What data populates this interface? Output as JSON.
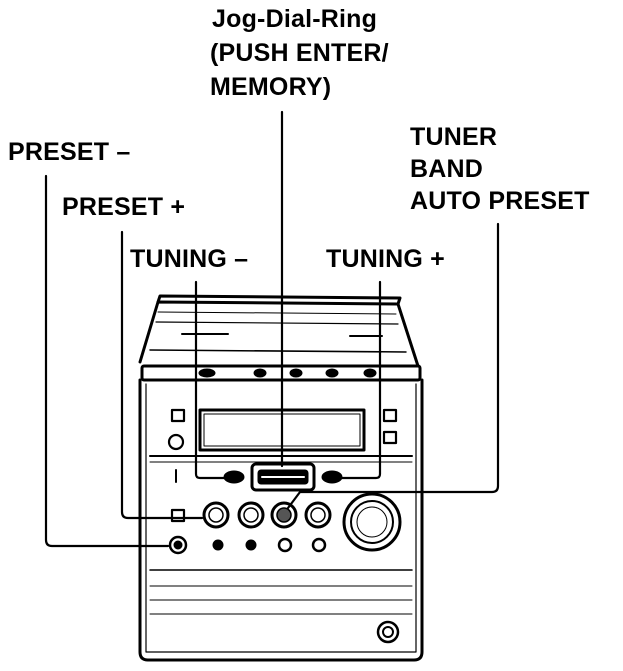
{
  "labels": {
    "jog_dial": [
      "Jog-Dial-Ring",
      "(PUSH ENTER/",
      "MEMORY)"
    ],
    "tuner": [
      "TUNER",
      "BAND",
      "AUTO PRESET"
    ],
    "preset_minus": "PRESET –",
    "preset_plus": "PRESET +",
    "tuning_minus": "TUNING –",
    "tuning_plus": "TUNING +"
  }
}
